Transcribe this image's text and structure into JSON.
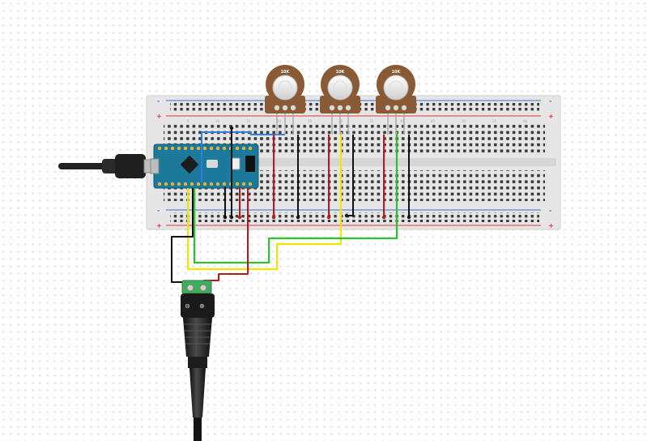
{
  "breadboard": {
    "rail_sign_top_left": "+",
    "rail_sign_top_right": "+",
    "rail_sign_bottom_left": "+",
    "rail_sign_bottom_right": "+",
    "rail_minus_top_left": "-",
    "rail_minus_top_right": "-",
    "rail_minus_bottom_left": "-",
    "rail_minus_bottom_right": "-",
    "column_numbers": [
      "5",
      "10",
      "15",
      "20",
      "25",
      "30",
      "35",
      "40",
      "45",
      "50",
      "55",
      "60"
    ]
  },
  "potentiometers": [
    {
      "label": "10K"
    },
    {
      "label": "10K"
    },
    {
      "label": "10K"
    }
  ],
  "dc_jack": {
    "minus_symbol": "⊖",
    "plus_symbol": "⊕"
  },
  "colors": {
    "breadboard": "#e8e8e8",
    "rail_red": "#d93a3a",
    "rail_blue": "#3a6fd9",
    "wire_red": "#c0141a",
    "wire_black": "#111111",
    "wire_yellow": "#f2e600",
    "wire_green": "#2dc22d",
    "wire_blue": "#2f7fe0",
    "arduino": "#1b7a9c",
    "pot_body": "#8a5a34",
    "terminal_green": "#3fae5a"
  }
}
